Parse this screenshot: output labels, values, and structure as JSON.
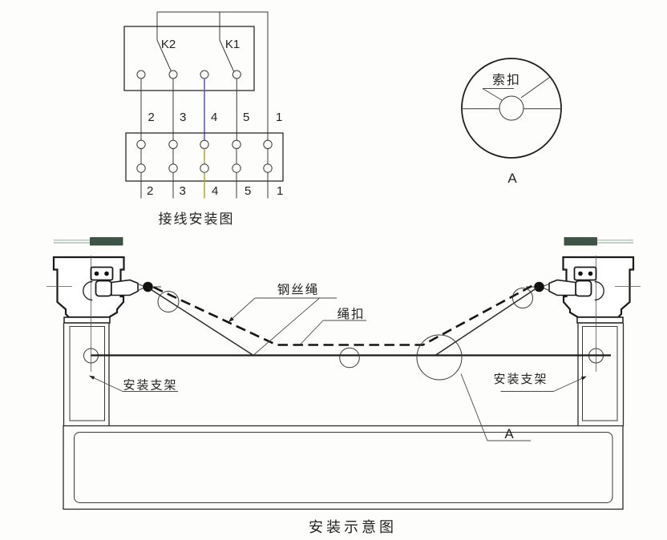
{
  "wiring": {
    "caption": "接线安装图",
    "k2": "K2",
    "k1": "K1",
    "top_labels": [
      "2",
      "3",
      "4",
      "5",
      "1"
    ],
    "bottom_labels": [
      "2",
      "3",
      "4",
      "5",
      "1"
    ],
    "wire4_top_color": "#5b4fd0",
    "wire4_bottom_color": "#b5a42d"
  },
  "detail": {
    "label": "索扣",
    "view_name": "A"
  },
  "install": {
    "caption": "安装示意图",
    "wire_rope_label": "钢丝绳",
    "rope_clip_label": "绳扣",
    "bracket_left_label": "安装支架",
    "bracket_right_label": "安装支架",
    "detail_ref": "A",
    "beam_color": "#3d5447",
    "beam_line_color": "#9fb3aa"
  }
}
